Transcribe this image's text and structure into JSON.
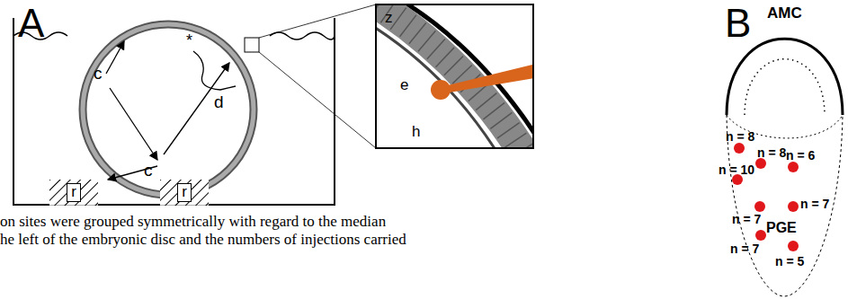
{
  "diagram": {
    "nodes": [
      {
        "text": [
          "r"
        ]
      },
      {
        "text": [
          "r"
        ]
      }
    ],
    "labels": [
      "A",
      "*",
      "c",
      "d",
      "c",
      "z",
      "e",
      "h",
      "B",
      "AMC",
      "PGE",
      "n = 8",
      "n = 8",
      "n = 10",
      "n = 6",
      "n = 7",
      "n = 7",
      "n = 7",
      "n = 5",
      "on sites were grouped symmetrically with regard to the median",
      "he left of the embryonic disc and the numbers of injections carried"
    ]
  }
}
